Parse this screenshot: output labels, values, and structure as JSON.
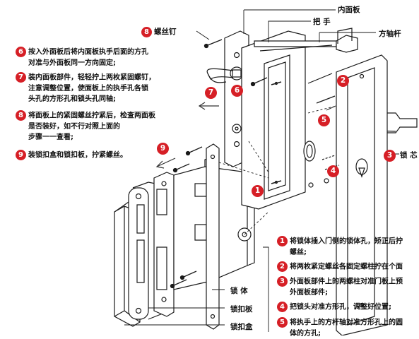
{
  "labels": {
    "inner_panel": "内面板",
    "handle": "把 手",
    "square_shaft": "方轴杆",
    "lock_cylinder": "锁 芯",
    "lock_body": "锁 体",
    "strike_plate": "锁扣板",
    "strike_box": "锁扣盒",
    "screw": "螺丝钉"
  },
  "screw_badge": "8",
  "left_steps": [
    {
      "num": "6",
      "lines": [
        "按入外面板后将内面板执手后面的方孔",
        "对准与外面板同一方向固定;"
      ]
    },
    {
      "num": "7",
      "lines": [
        "装内面板部件，轻轻拧上两枚紧固螺钉，",
        "注意调整位置，使面板上的执手孔各锁",
        "头孔的方形孔和锁头孔同轴;"
      ]
    },
    {
      "num": "8",
      "lines": [
        "将面板上的紧固螺丝拧紧后，检查两面板",
        "是否装好，如不行对照上面的",
        "步骤一一查看;"
      ]
    },
    {
      "num": "9",
      "lines": [
        "装锁扣盒和锁扣板，拧紧螺丝。"
      ]
    }
  ],
  "right_steps": [
    {
      "num": "1",
      "lines": [
        "将锁体插入门侧的锁体孔，矫正后拧",
        "螺丝;"
      ]
    },
    {
      "num": "2",
      "lines": [
        "将两枚紧定螺丝各固定螺柱拧在个面"
      ]
    },
    {
      "num": "3",
      "lines": [
        "外面板部件上的两螺柱对准门板上预",
        "外面板部件;"
      ]
    },
    {
      "num": "4",
      "lines": [
        "把锁头对准方形孔，调整好位置;"
      ]
    },
    {
      "num": "5",
      "lines": [
        "将执手上的方杆轴对准方形孔上的圆",
        "体的方孔;"
      ]
    }
  ],
  "diagram_badges": [
    "6",
    "7",
    "9",
    "1",
    "2",
    "5",
    "3",
    "4"
  ],
  "colors": {
    "badge": "#d61f26",
    "line": "#1a1a1a",
    "arrow": "#333333"
  }
}
